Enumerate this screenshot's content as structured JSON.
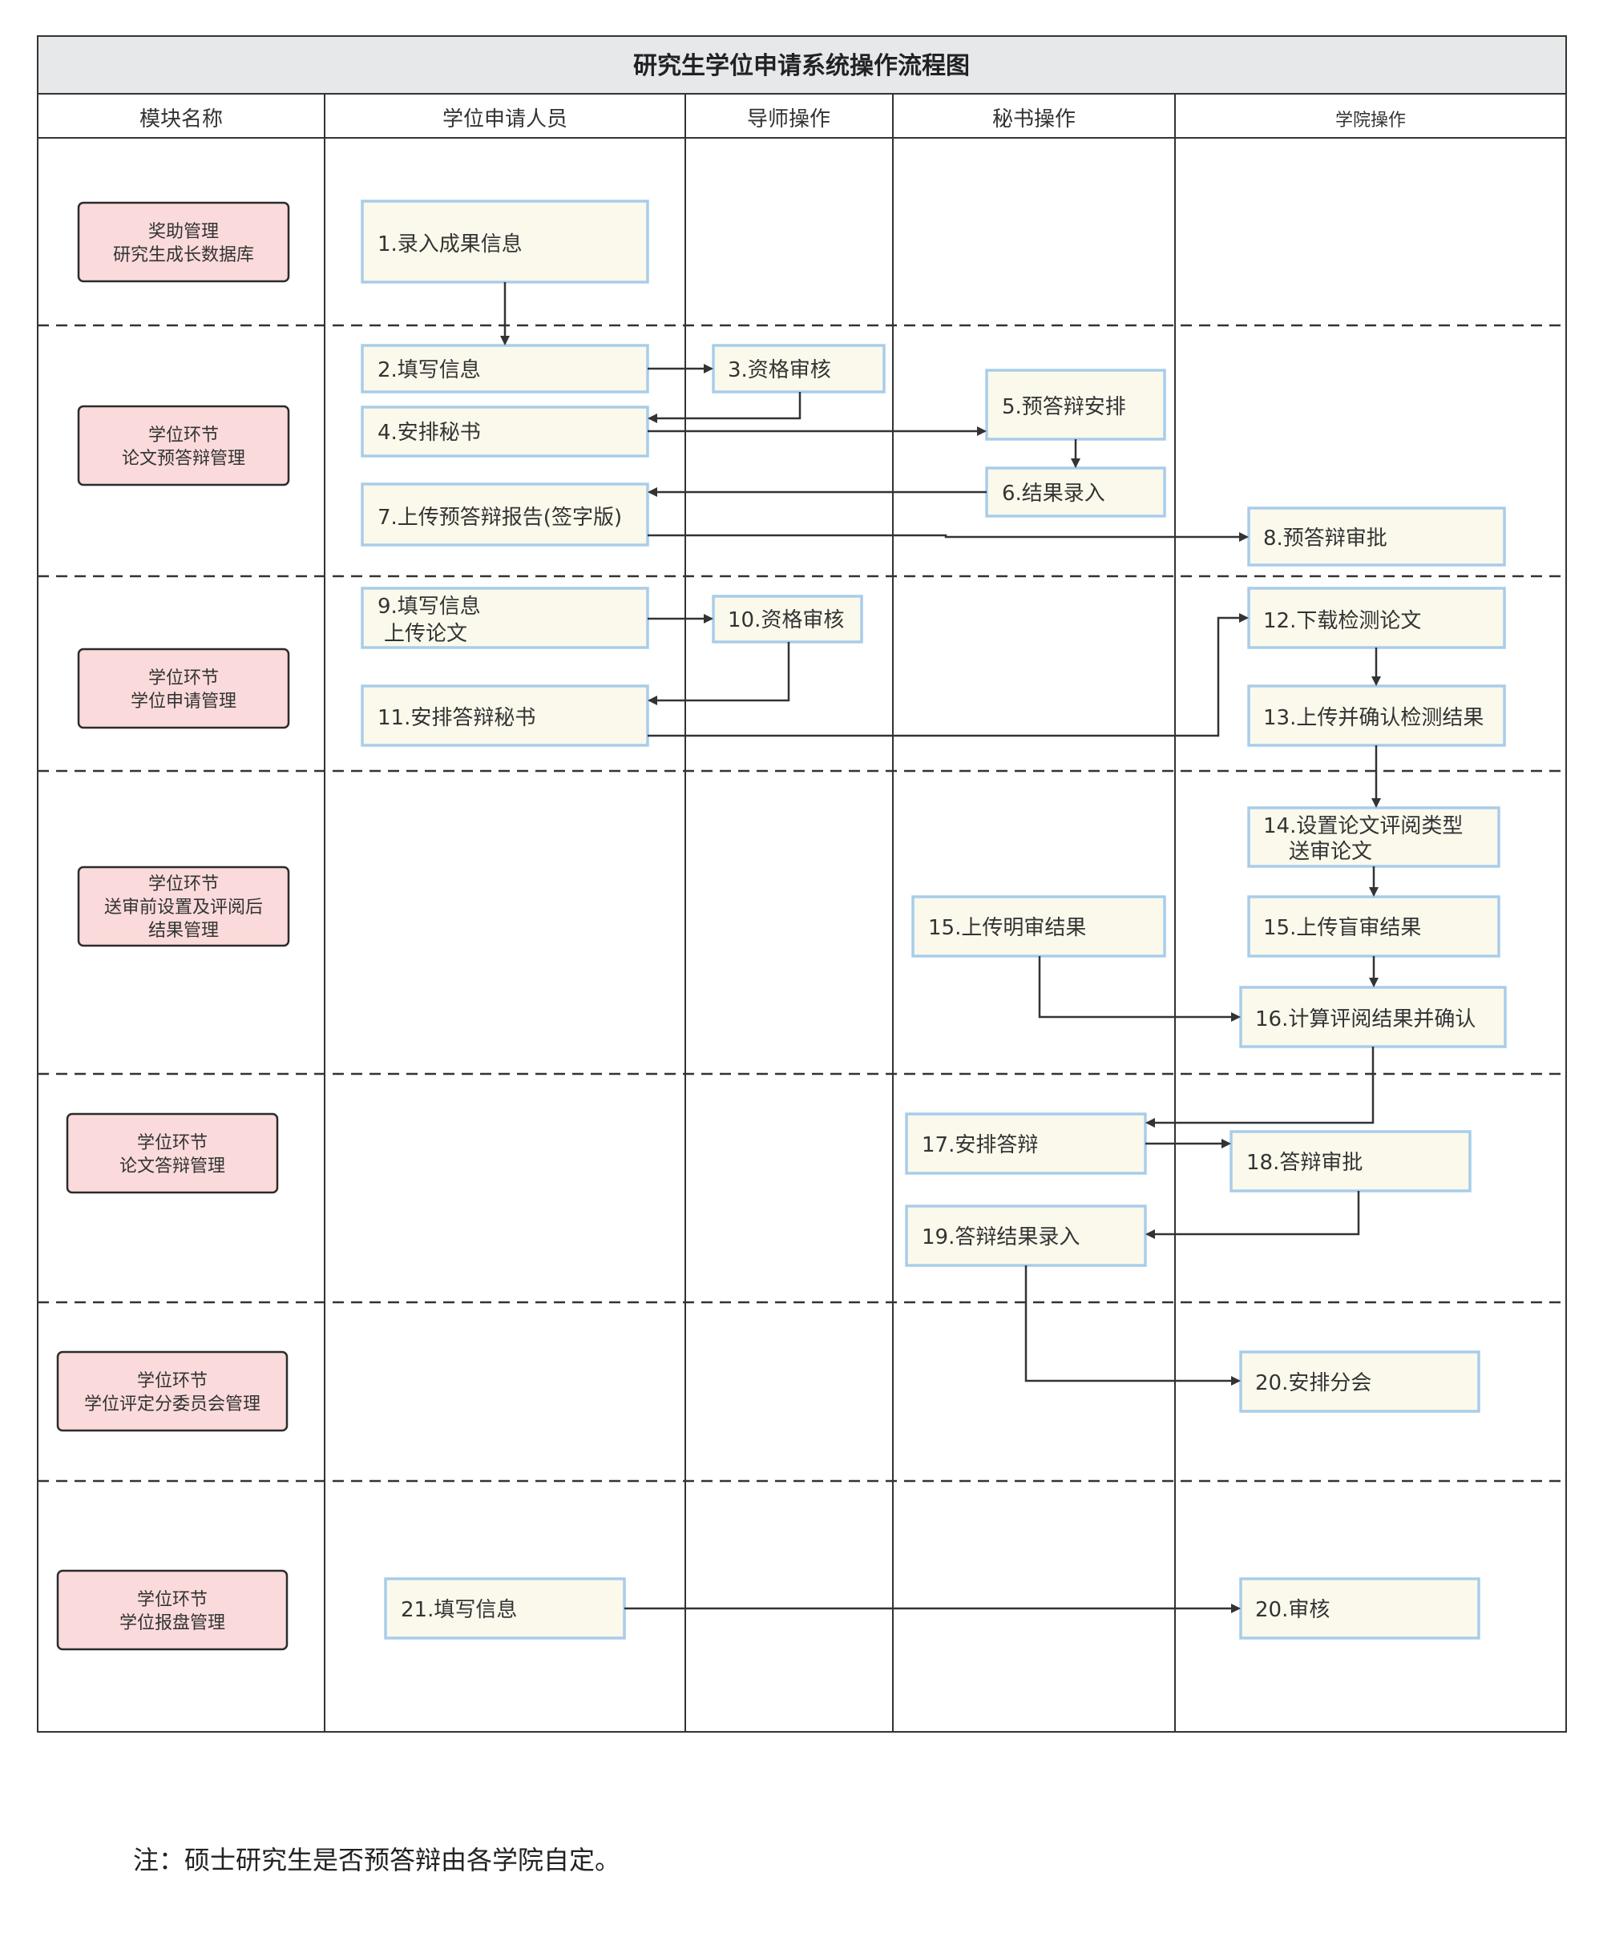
{
  "title": "研究生学位申请系统操作流程图",
  "headers": {
    "module": "模块名称",
    "applicant": "学位申请人员",
    "advisor": "导师操作",
    "secretary": "秘书操作",
    "college": "学院操作"
  },
  "modules": [
    {
      "line1": "奖助管理",
      "line2": "研究生成长数据库"
    },
    {
      "line1": "学位环节",
      "line2": "论文预答辩管理"
    },
    {
      "line1": "学位环节",
      "line2": "学位申请管理"
    },
    {
      "line1": "学位环节",
      "line2": "送审前设置及评阅后",
      "line3": "结果管理"
    },
    {
      "line1": "学位环节",
      "line2": "论文答辩管理"
    },
    {
      "line1": "学位环节",
      "line2": "学位评定分委员会管理"
    },
    {
      "line1": "学位环节",
      "line2": "学位报盘管理"
    }
  ],
  "steps": {
    "s1": "1.录入成果信息",
    "s2": "2.填写信息",
    "s3": "3.资格审核",
    "s4": "4.安排秘书",
    "s5": "5.预答辩安排",
    "s6": "6.结果录入",
    "s7": "7.上传预答辩报告(签字版)",
    "s8": "8.预答辩审批",
    "s9a": "9.填写信息",
    "s9b": "上传论文",
    "s10": "10.资格审核",
    "s11": "11.安排答辩秘书",
    "s12": "12.下载检测论文",
    "s13": "13.上传并确认检测结果",
    "s14a": "14.设置论文评阅类型",
    "s14b": "送审论文",
    "s15a": "15.上传明审结果",
    "s15b": "15.上传盲审结果",
    "s16": "16.计算评阅结果并确认",
    "s17": "17.安排答辩",
    "s18": "18.答辩审批",
    "s19": "19.答辩结果录入",
    "s20a": "20.安排分会",
    "s21": "21.填写信息",
    "s20b": "20.审核"
  },
  "note": "注：硕士研究生是否预答辩由各学院自定。",
  "colors": {
    "step_fill": "#fbf9ec",
    "step_border": "#a8cdea",
    "module_fill": "#fadada",
    "module_border": "#2b2b2b",
    "title_bar": "#e6e8ea",
    "line": "#333333"
  }
}
